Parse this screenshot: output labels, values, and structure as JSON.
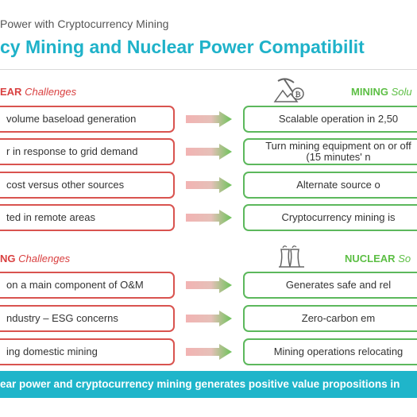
{
  "header": {
    "supertitle": "Power with Cryptocurrency Mining",
    "title": "cy Mining and Nuclear Power Compatibilit"
  },
  "section1": {
    "left_heading": {
      "bold": "EAR",
      "italic": "Challenges"
    },
    "right_heading": {
      "bold": "MINING",
      "italic": "Solu"
    },
    "icon": "mining-pickaxe-bitcoin-icon",
    "rows": [
      {
        "left": "volume baseload generation",
        "right": "Scalable operation in 2,50"
      },
      {
        "left": "r in response to grid demand",
        "right_line1": "Turn mining equipment on or off",
        "right_line2": "(15 minutes' n"
      },
      {
        "left": "cost versus other sources",
        "right": "Alternate source o"
      },
      {
        "left": "ted in remote areas",
        "right": "Cryptocurrency mining is"
      }
    ]
  },
  "section2": {
    "left_heading": {
      "bold": "NG",
      "italic": "Challenges"
    },
    "right_heading": {
      "bold": "NUCLEAR",
      "italic": "So"
    },
    "icon": "nuclear-plant-icon",
    "rows": [
      {
        "left": "on a main component of O&M",
        "right": "Generates safe and rel"
      },
      {
        "left": "ndustry – ESG concerns",
        "right": "Zero-carbon em"
      },
      {
        "left": "ing domestic mining",
        "right": "Mining operations relocating"
      }
    ]
  },
  "banner": {
    "text": "ear power and cryptocurrency mining generates positive value propositions in"
  },
  "colors": {
    "accent": "#1fb2c9",
    "challenge_red": "#d94040",
    "solution_green": "#5dbf45",
    "banner_bg": "#1fb5ca"
  }
}
